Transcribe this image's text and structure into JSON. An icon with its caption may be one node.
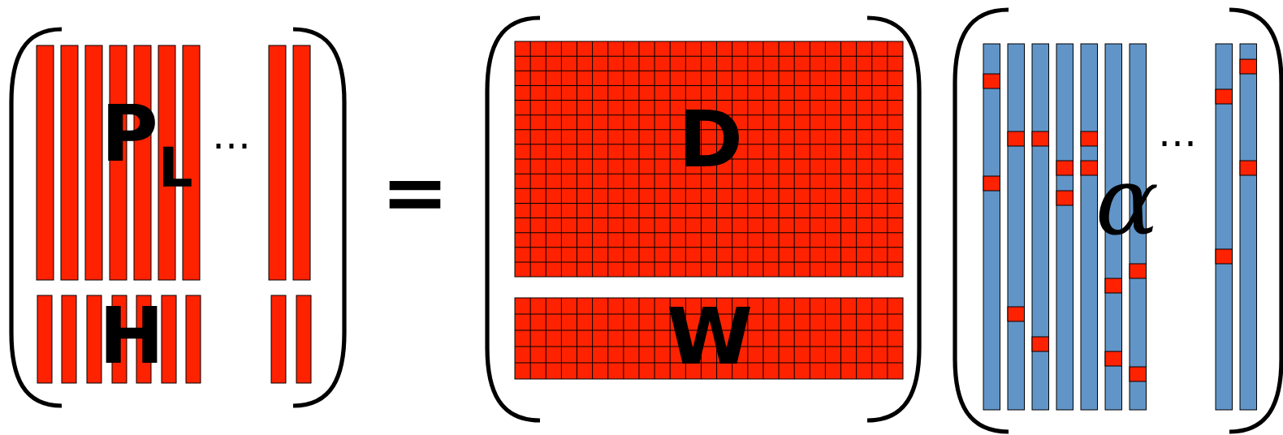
{
  "diagram": {
    "labels": [
      "P$_{L}$",
      "…",
      "H",
      "=",
      "D",
      "W",
      "α",
      "…"
    ]
  }
}
